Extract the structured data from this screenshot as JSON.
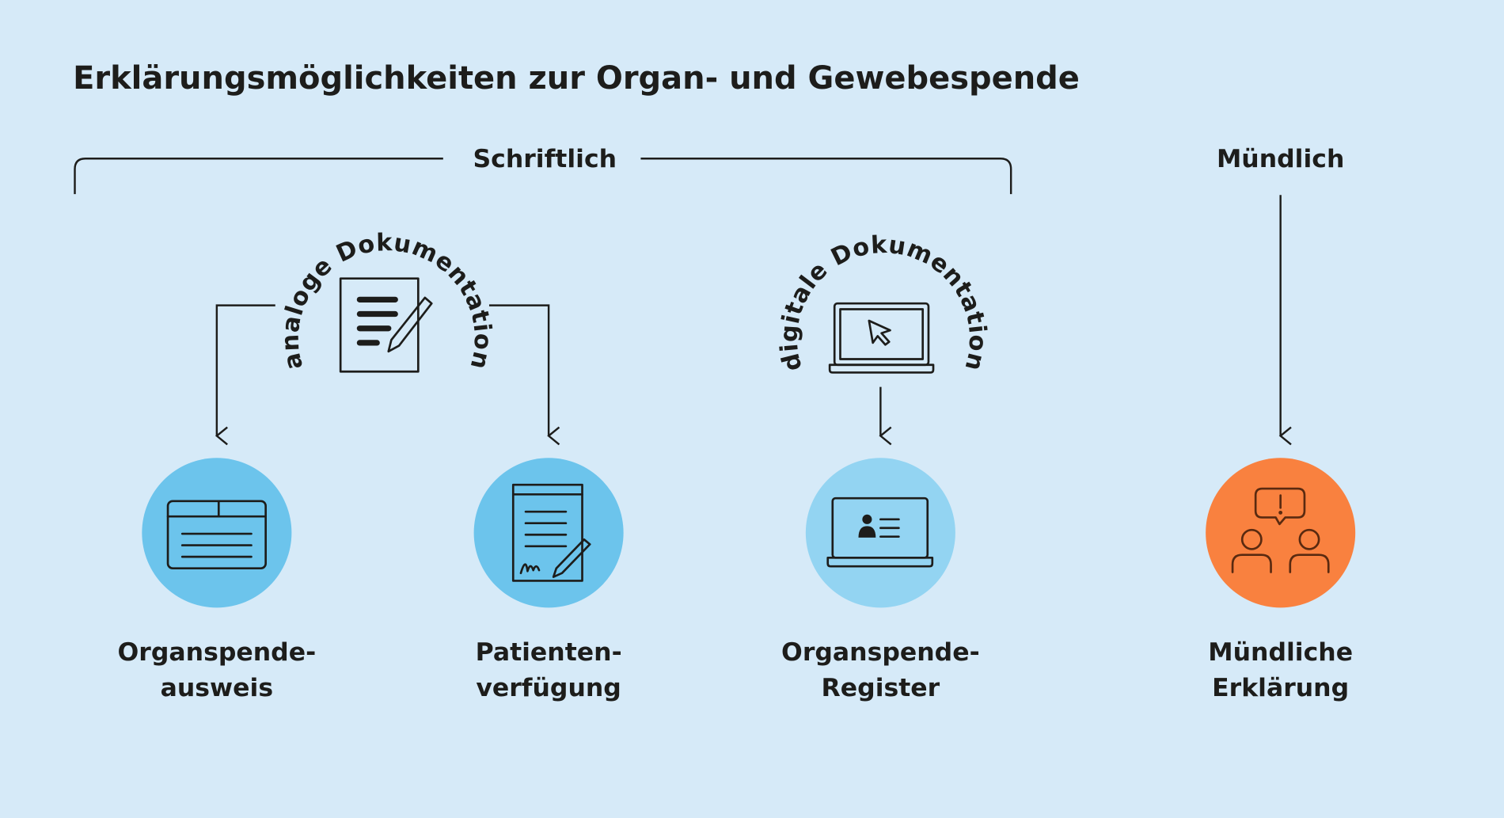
{
  "title": "Erklärungsmöglichkeiten zur Organ- und Gewebespende",
  "groups": {
    "written": "Schriftlich",
    "oral": "Mündlich"
  },
  "documentation": {
    "analog": "analoge Dokumentation",
    "digital": "digitale Dokumentation"
  },
  "options": [
    {
      "line1": "Organspende-",
      "line2": "ausweis",
      "icon": "id-card-icon"
    },
    {
      "line1": "Patienten-",
      "line2": "verfügung",
      "icon": "signed-document-icon"
    },
    {
      "line1": "Organspende-",
      "line2": "Register",
      "icon": "laptop-profile-icon"
    },
    {
      "line1": "Mündliche",
      "line2": "Erklärung",
      "icon": "conversation-icon"
    }
  ],
  "colors": {
    "background": "#d6eaf8",
    "circle_blue": "#6cc4ec",
    "circle_light_blue": "#93d4f2",
    "circle_orange": "#f9813f",
    "ink": "#1d1d1b"
  }
}
